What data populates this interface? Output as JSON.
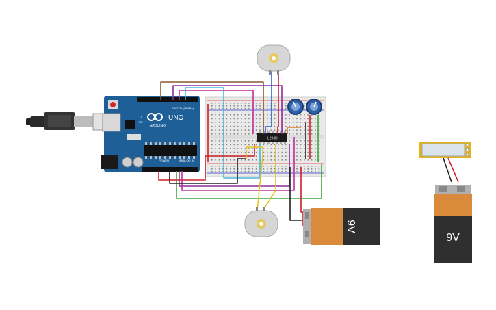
{
  "canvas": {
    "background": "#ffffff"
  },
  "arduino": {
    "brand": "ARDUINO",
    "model": "UNO",
    "header_digital": "DIGITAL (PWM~)",
    "header_power": "POWER",
    "header_analog": "ANALOG IN",
    "label_tx": "TX",
    "label_rx": "RX",
    "color_board": "#1f5f98"
  },
  "driver_chip": {
    "label": "L293D"
  },
  "battery_left": {
    "label": "9V"
  },
  "battery_right": {
    "label": "9V"
  },
  "colors": {
    "wire_red": "#d0202a",
    "wire_black": "#222222",
    "wire_brown": "#8b5a2b",
    "wire_purple": "#8e2f9e",
    "wire_magenta": "#c0309a",
    "wire_cyan": "#4ab8d8",
    "wire_blue": "#2f62c8",
    "wire_green": "#3aa83a",
    "wire_yellow": "#e6c21a",
    "wire_orange": "#e07b20",
    "battery_body": "#2f2f2f",
    "battery_cap": "#d98a3a"
  }
}
